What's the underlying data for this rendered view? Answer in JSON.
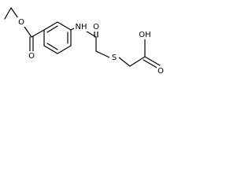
{
  "molecule": {
    "atoms": {
      "ester_o_ether": "O",
      "ester_o_carbonyl": "O",
      "amide_nh": "NH",
      "amide_o": "O",
      "thioether_s": "S",
      "acid_oh": "OH",
      "acid_o": "O"
    },
    "colors": {
      "bond": "#000000",
      "text": "#000000",
      "background": "#ffffff"
    }
  }
}
